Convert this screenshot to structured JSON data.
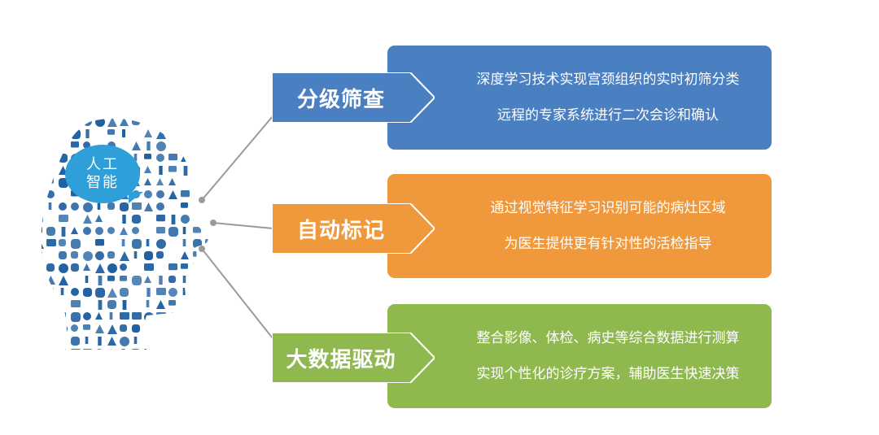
{
  "center": {
    "line1": "人工",
    "line2": "智能"
  },
  "rows": [
    {
      "title": "分级筛查",
      "color": "#4a7fc1",
      "lines": [
        "深度学习技术实现宫颈组织的实时初筛分类",
        "远程的专家系统进行二次会诊和确认"
      ]
    },
    {
      "title": "自动标记",
      "color": "#f0993c",
      "lines": [
        "通过视觉特征学习识别可能的病灶区域",
        "为医生提供更有针对性的活检指导"
      ]
    },
    {
      "title": "大数据驱动",
      "color": "#8fb84f",
      "lines": [
        "整合影像、体检、病史等综合数据进行测算",
        "实现个性化的诊疗方案，辅助医生快速决策"
      ]
    }
  ],
  "colors": {
    "head": "#1f5fa0",
    "connector": "#9a9a9a",
    "bubble": "#2e9fd9"
  }
}
